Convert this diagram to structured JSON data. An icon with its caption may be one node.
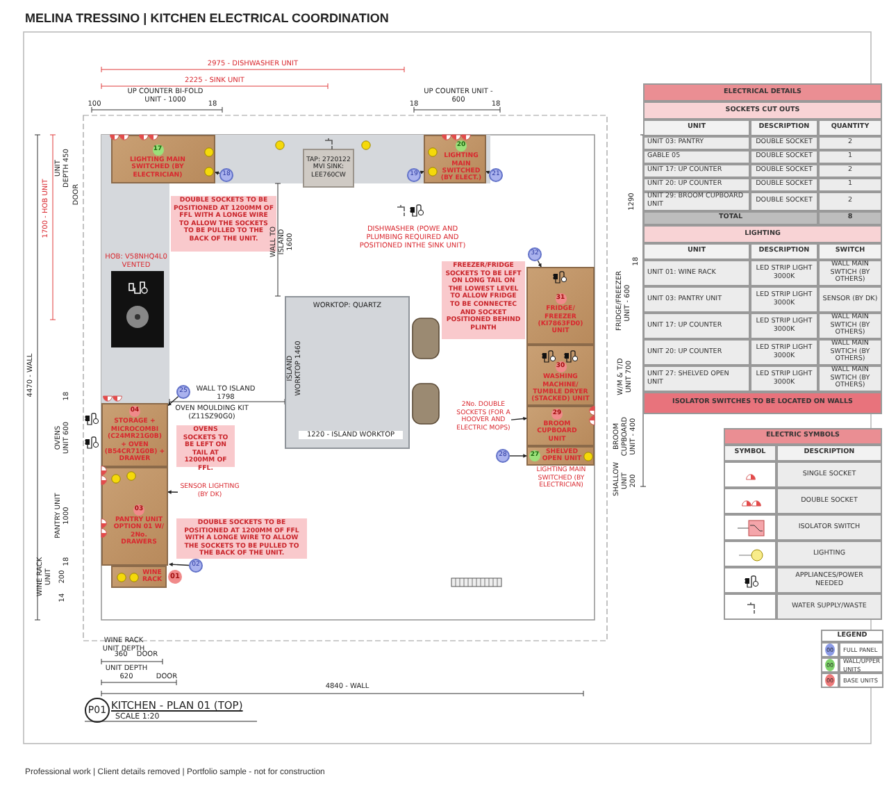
{
  "diagram": {
    "title": "MELINA TRESSINO | KITCHEN ELECTRICAL COORDINATION",
    "nodes": [
      {
        "text": [
          "17",
          "LIGHTING MAIN SWITCHED (BY ELECTRICIAN)"
        ]
      },
      {
        "text": [
          "18"
        ]
      },
      {
        "text": [
          "TAP: 2720122 MVI SINK: LEE760CW"
        ]
      },
      {
        "text": [
          "19"
        ]
      },
      {
        "text": [
          "20",
          "LIGHTING MAIN SWITCHED (BY ELECT.)"
        ]
      },
      {
        "text": [
          "21"
        ]
      },
      {
        "text": [
          "DOUBLE SOCKETS TO BE POSITIONED AT 1200MM OF FFL WITH A LONGE WIRE TO ALLOW THE SOCKETS TO BE PULLED TO THE BACK OF THE UNIT."
        ]
      },
      {
        "text": [
          "32"
        ]
      },
      {
        "text": [
          "FREEZER/FRIDGE SOCKETS TO BE LEFT ON LONG TAIL ON THE LOWEST LEVEL TO ALLOW FRIDGE TO BE CONNECTEC AND SOCKET POSITIONED BEHIND PLINTH"
        ]
      },
      {
        "text": [
          "31",
          "FRIDGE/ FREEZER (KI7863FD0) UNIT"
        ]
      },
      {
        "text": [
          "WORKTOP: QUARTZ"
        ]
      },
      {
        "text": [
          "30",
          "WASHING MACHINE/ TUMBLE DRYER (STACKED) UNIT"
        ]
      },
      {
        "text": [
          "25"
        ]
      },
      {
        "text": [
          "04",
          "STORAGE + MICROCOMBI (C24MR21G0B) + OVEN (B54CR71G0B) + DRAWER"
        ]
      },
      {
        "text": [
          "OVENS SOCKETS TO BE LEFT ON TAIL AT 1200MM OF FFL."
        ]
      },
      {
        "text": [
          "2No. DOUBLE SOCKETS (FOR A HOOVER AND ELECTRIC MOPS)"
        ]
      },
      {
        "text": [
          "29",
          "BROOM CUPBOARD UNIT"
        ]
      },
      {
        "text": [
          "28"
        ]
      },
      {
        "text": [
          "27",
          "SHELVED OPEN UNIT"
        ],
        "beside": [
          "LIGHTING MAIN SWITCHED (BY ELECTRICIAN)"
        ]
      },
      {
        "text": [
          "03",
          "PANTRY UNIT OPTION 01 W/ 2No. DRAWERS"
        ]
      },
      {
        "text": [
          "SENSOR LIGHTING (BY DK)"
        ]
      },
      {
        "text": [
          "DOUBLE SOCKETS TO BE POSITIONED AT 1200MM OF FFL WITH A LONGE WIRE TO ALLOW THE SOCKETS TO BE PULLED TO THE BACK OF THE UNIT."
        ]
      },
      {
        "text": [
          "02"
        ]
      },
      {
        "text": [
          "WINE RACK"
        ],
        "beside": [
          "01"
        ]
      }
    ],
    "edges": [
      {
        "from": 1,
        "to": 0,
        "arrow": "to"
      },
      {
        "from": 3,
        "to": 4,
        "arrow": "to"
      },
      {
        "from": 5,
        "to": 4,
        "arrow": "to"
      },
      {
        "from": 7,
        "to": 9,
        "arrow": "to"
      },
      {
        "from": 12,
        "to": 13,
        "arrow": "to"
      },
      {
        "from": 15,
        "to": 16,
        "arrow": "to"
      },
      {
        "from": 17,
        "to": 18,
        "arrow": "to"
      },
      {
        "from": 20,
        "to": 19,
        "arrow": "to"
      },
      {
        "from": 22,
        "to": null,
        "arrow": "to"
      }
    ],
    "labels": [
      "2975 - DISHWASHER UNIT",
      "2225 - SINK UNIT",
      "UP COUNTER BI-FOLD UNIT - 1000",
      "100",
      "18",
      "UP COUNTER UNIT - 600",
      "18",
      "18",
      "4470 - WALL",
      "1700 - HOB UNIT",
      "UNIT DEPTH 450",
      "DOOR",
      "OVENS UNIT 600",
      "18",
      "PANTRY UNIT 1000",
      "18",
      "WINE RACK UNIT",
      "200",
      "14",
      "1290",
      "FRIDGE/FREEZER UNIT - 600",
      "18",
      "W/M & T/D UNIT 700",
      "BROOM CUPBOARD UNIT - 400",
      "SHALLOW UNIT 200",
      "HOB: V58NHQ4L0 VENTED",
      "WALL TO ISLAND 1600",
      "DISHWASHER (POWE AND PLUMBING REQUIRED AND POSITIONED INTHE SINK UNIT)",
      "WALL TO ISLAND 1798",
      "OVEN MOULDING KIT (Z11SZ90G0)",
      "ISLAND WORKTOP 1460",
      "1220 - ISLAND WORKTOP",
      "WINE RACK UNIT DEPTH",
      "360",
      "DOOR",
      "UNIT DEPTH",
      "620",
      "DOOR",
      "4840 - WALL",
      "P01",
      "KITCHEN - PLAN 01 (TOP)",
      "SCALE 1:20",
      "Professional work | Client details removed | Portfolio sample - not for construction",
      "ELECTRICAL DETAILS",
      "SOCKETS CUT OUTS",
      "UNIT",
      "DESCRIPTION",
      "QUANTITY",
      "UNIT 03: PANTRY",
      "DOUBLE SOCKET",
      "2",
      "GABLE 05",
      "DOUBLE SOCKET",
      "1",
      "UNIT 17: UP COUNTER",
      "DOUBLE SOCKET",
      "2",
      "UNIT 20: UP COUNTER",
      "DOUBLE SOCKET",
      "1",
      "UNIT 29: BROOM CUPBOARD UNIT",
      "DOUBLE SOCKET",
      "2",
      "TOTAL",
      "8",
      "LIGHTING",
      "UNIT",
      "DESCRIPTION",
      "SWITCH",
      "UNIT 01: WINE RACK",
      "LED STRIP LIGHT 3000K",
      "WALL MAIN SWTICH (BY OTHERS)",
      "UNIT 03: PANTRY UNIT",
      "LED STRIP LIGHT 3000K",
      "SENSOR (BY DK)",
      "UNIT 17: UP COUNTER",
      "LED STRIP LIGHT 3000K",
      "WALL MAIN SWTICH (BY OTHERS)",
      "UNIT 20: UP COUNTER",
      "LED STRIP LIGHT 3000K",
      "WALL MAIN SWTICH (BY OTHERS)",
      "UNIT 27: SHELVED OPEN UNIT",
      "LED STRIP LIGHT 3000K",
      "WALL MAIN SWTICH (BY OTHERS)",
      "ISOLATOR SWITCHES TO BE LOCATED ON WALLS",
      "ELECTRIC SYMBOLS",
      "SYMBOL",
      "DESCRIPTION",
      "SINGLE SOCKET",
      "DOUBLE SOCKET",
      "ISOLATOR SWITCH",
      "LIGHTING",
      "APPLIANCES/POWER NEEDED",
      "WATER SUPPLY/WASTE",
      "LEGEND",
      "00",
      "00",
      "00"
    ],
    "legend": [
      {
        "text": "FULL PANEL",
        "color": "#8c9be6"
      },
      {
        "text": "WALL/UPPER UNITS",
        "color": "#7fd36b"
      },
      {
        "text": "BASE UNITS",
        "color": "#ee7b7b"
      }
    ]
  }
}
